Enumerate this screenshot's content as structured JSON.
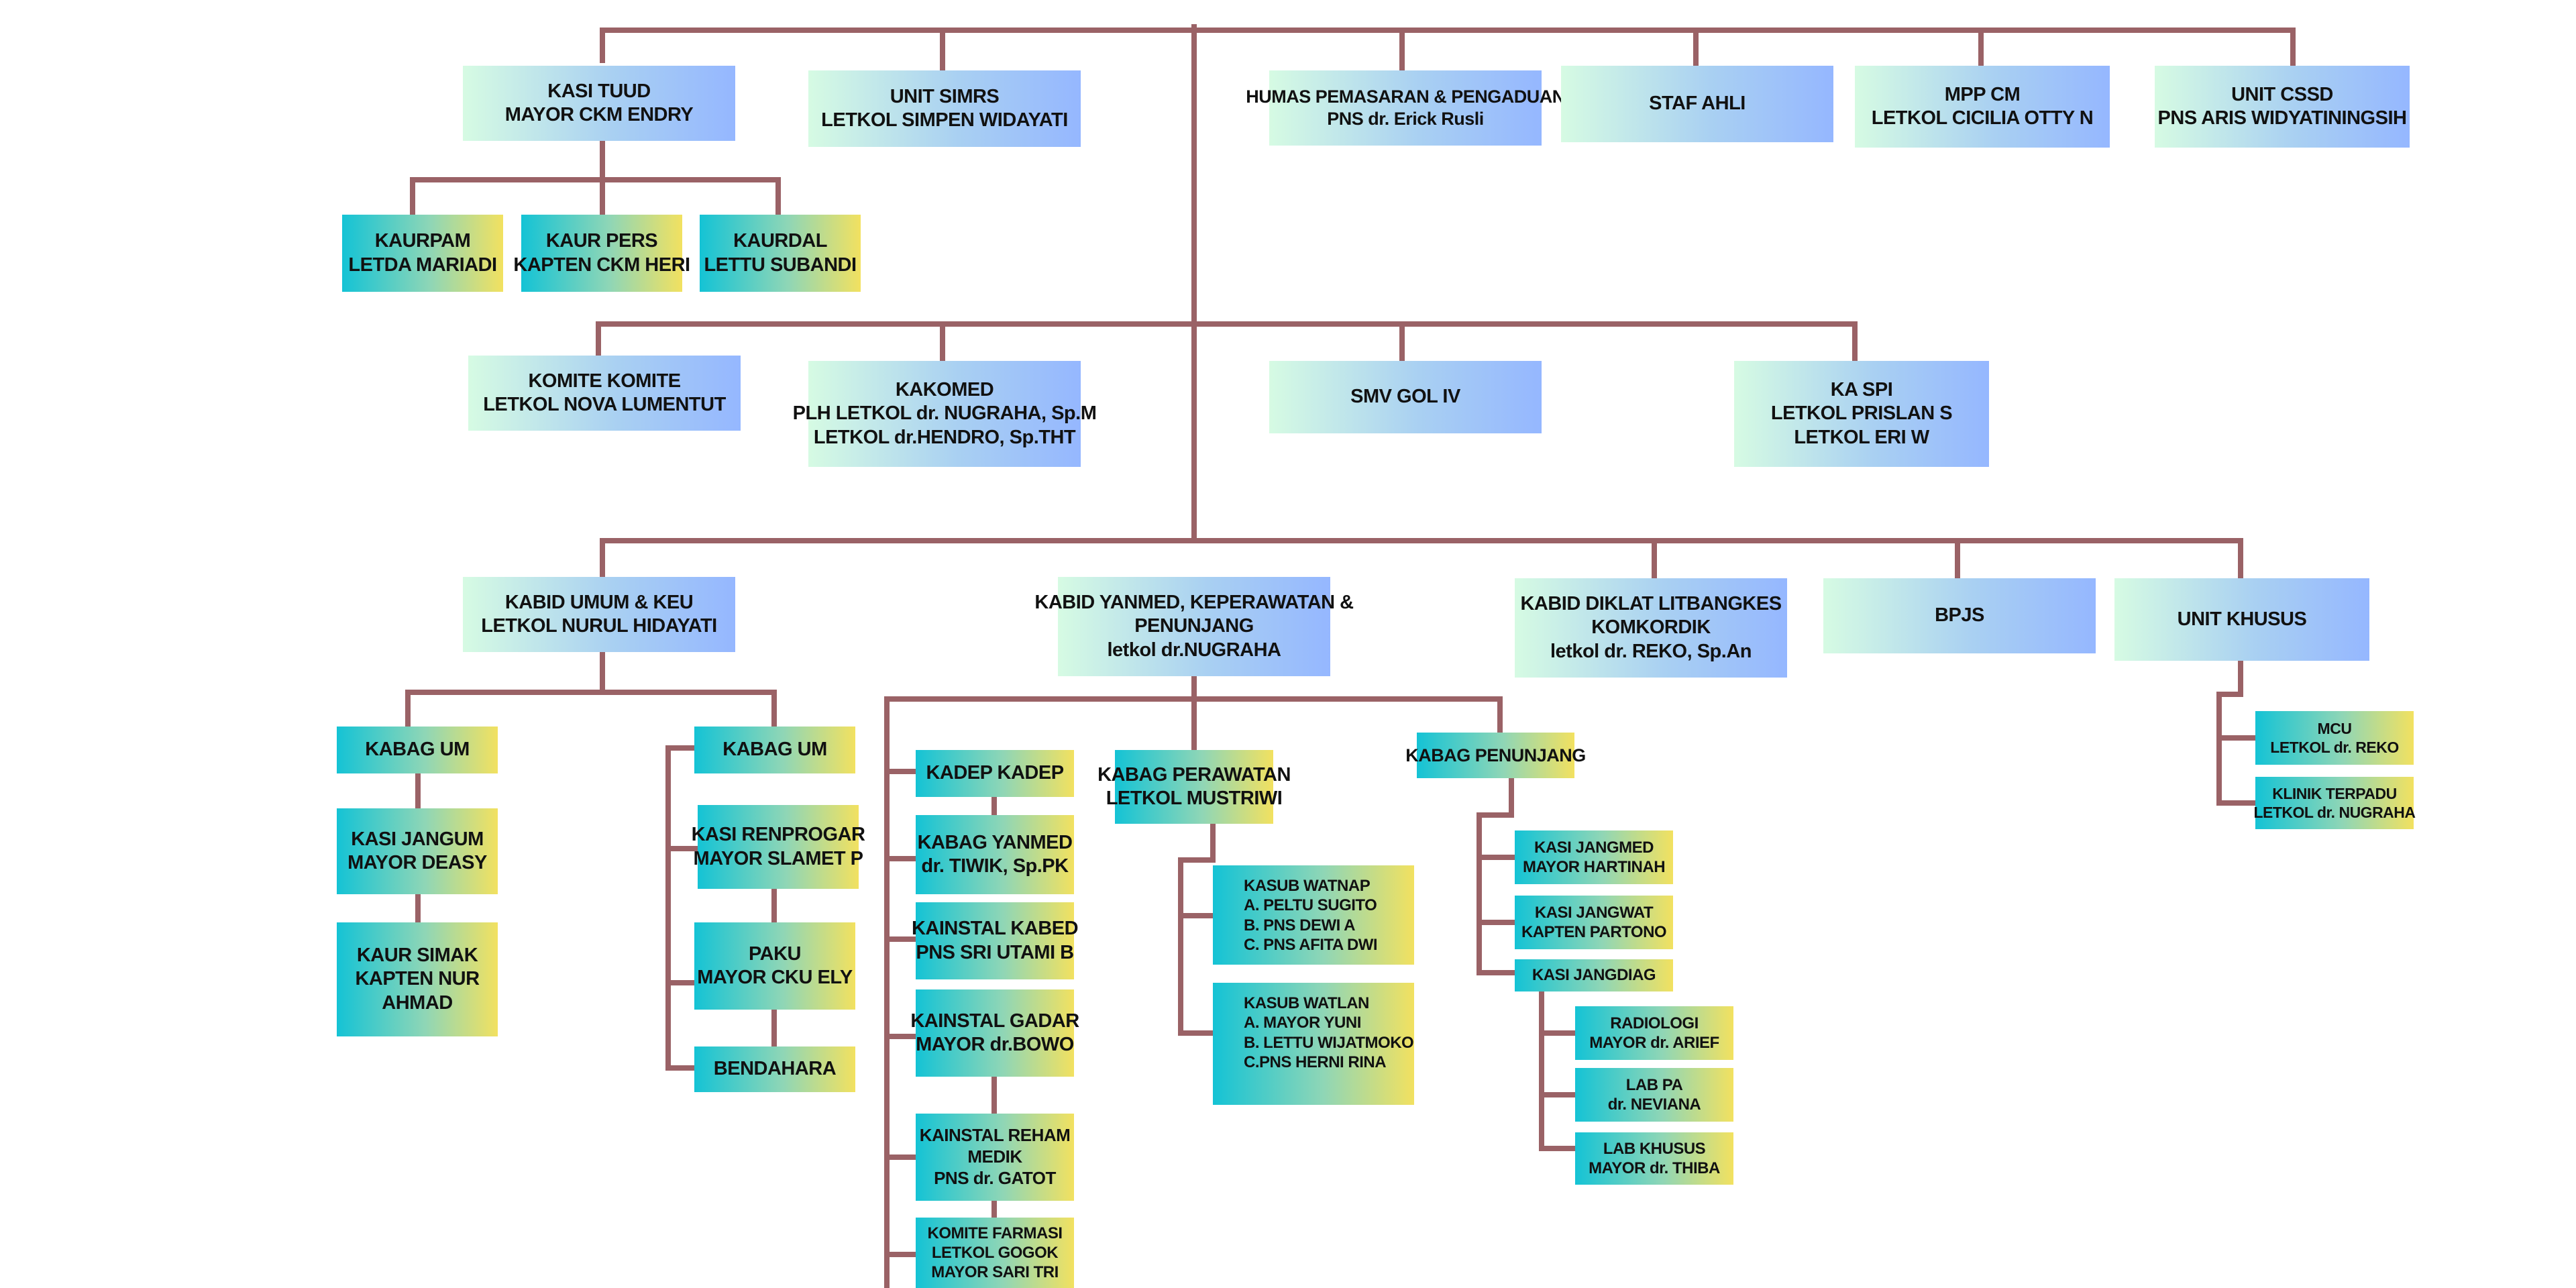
{
  "colors": {
    "connector": "#9a6266",
    "box_light": "#a9d0f2",
    "box_teal": "#14c3d5",
    "box_yellow": "#f2e160"
  },
  "boxes": {
    "kasi_tuud": [
      "KASI TUUD",
      "MAYOR CKM ENDRY"
    ],
    "unit_simrs": [
      "UNIT SIMRS",
      "LETKOL SIMPEN WIDAYATI"
    ],
    "humas": [
      "HUMAS PEMASARAN & PENGADUAN",
      "PNS dr. Erick Rusli"
    ],
    "staf_ahli": [
      "STAF AHLI"
    ],
    "mpp_cm": [
      "MPP CM",
      "LETKOL CICILIA OTTY N"
    ],
    "unit_cssd": [
      "UNIT CSSD",
      "PNS ARIS WIDYATININGSIH"
    ],
    "kaurpam": [
      "KAURPAM",
      "LETDA MARIADI"
    ],
    "kaur_pers": [
      "KAUR PERS",
      "KAPTEN CKM HERI"
    ],
    "kaurdal": [
      "KAURDAL",
      "LETTU SUBANDI"
    ],
    "komite": [
      "KOMITE KOMITE",
      "LETKOL NOVA LUMENTUT"
    ],
    "kakomed": [
      "KAKOMED",
      "PLH LETKOL dr. NUGRAHA, Sp.M",
      "LETKOL dr.HENDRO, Sp.THT"
    ],
    "smv": [
      "SMV GOL IV"
    ],
    "ka_spi": [
      "KA SPI",
      "LETKOL PRISLAN S",
      "LETKOL ERI W"
    ],
    "kabid_umum": [
      "KABID UMUM & KEU",
      "LETKOL NURUL HIDAYATI"
    ],
    "kabid_yanmed": [
      "KABID YANMED, KEPERAWATAN &",
      "PENUNJANG",
      "letkol dr.NUGRAHA"
    ],
    "kabid_diklat": [
      "KABID DIKLAT LITBANGKES",
      "KOMKORDIK",
      "letkol dr. REKO, Sp.An"
    ],
    "bpjs": [
      "BPJS"
    ],
    "unit_khusus": [
      "UNIT KHUSUS"
    ],
    "kabag_um_1": [
      "KABAG UM"
    ],
    "kasi_jangum": [
      "KASI JANGUM",
      "MAYOR DEASY"
    ],
    "kaur_simak": [
      "KAUR SIMAK",
      "KAPTEN NUR",
      "AHMAD"
    ],
    "kabag_um_2": [
      "KABAG UM"
    ],
    "kasi_renprogar": [
      "KASI RENPROGAR",
      "MAYOR SLAMET P"
    ],
    "paku": [
      "PAKU",
      "MAYOR CKU ELY"
    ],
    "bendahara": [
      "BENDAHARA"
    ],
    "kadep": [
      "KADEP KADEP"
    ],
    "kabag_yanmed": [
      "KABAG YANMED",
      "dr. TIWIK, Sp.PK"
    ],
    "kainstal_kabed": [
      "KAINSTAL KABED",
      "PNS SRI UTAMI B"
    ],
    "kainstal_gadar": [
      "KAINSTAL GADAR",
      "MAYOR dr.BOWO"
    ],
    "kainstal_reham": [
      "KAINSTAL REHAM",
      "MEDIK",
      "PNS dr. GATOT"
    ],
    "komite_farmasi": [
      "KOMITE FARMASI",
      "LETKOL GOGOK",
      "MAYOR SARI TRI"
    ],
    "kabag_perawatan": [
      "KABAG PERAWATAN",
      "LETKOL MUSTRIWI"
    ],
    "kasub_watnap": [
      "KASUB WATNAP",
      "A. PELTU SUGITO",
      "B. PNS DEWI A",
      "C. PNS AFITA DWI"
    ],
    "kasub_watlan": [
      "KASUB WATLAN",
      "A. MAYOR YUNI",
      "B. LETTU WIJATMOKO",
      "C.PNS HERNI RINA"
    ],
    "kabag_penunjang": [
      "KABAG PENUNJANG"
    ],
    "kasi_jangmed": [
      "KASI JANGMED",
      "MAYOR HARTINAH"
    ],
    "kasi_jangwat": [
      "KASI JANGWAT",
      "KAPTEN PARTONO"
    ],
    "kasi_jangdiag": [
      "KASI JANGDIAG"
    ],
    "radiologi": [
      "RADIOLOGI",
      "MAYOR dr. ARIEF"
    ],
    "lab_pa": [
      "LAB PA",
      "dr. NEVIANA"
    ],
    "lab_khusus": [
      "LAB KHUSUS",
      "MAYOR dr. THIBA"
    ],
    "mcu": [
      "MCU",
      "LETKOL dr. REKO"
    ],
    "klinik_terpadu": [
      "KLINIK TERPADU",
      "LETKOL dr. NUGRAHA"
    ]
  }
}
